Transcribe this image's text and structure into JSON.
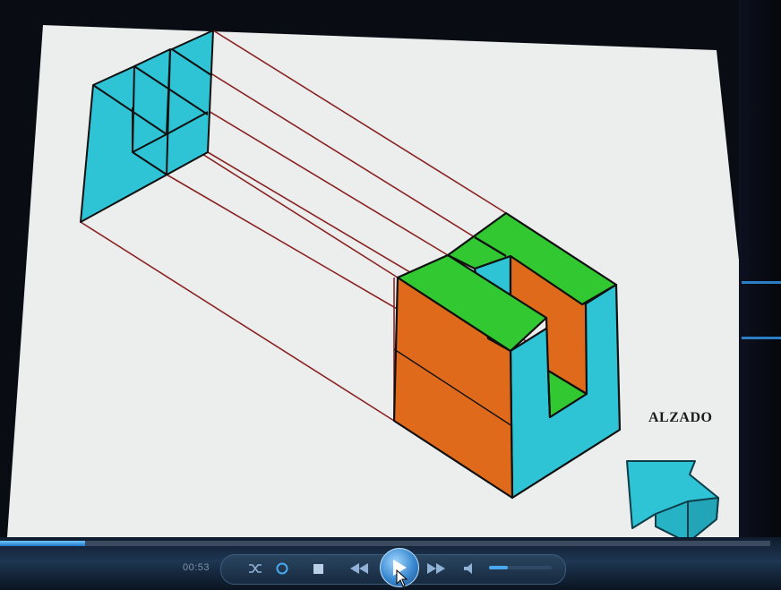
{
  "slide": {
    "label": "ALZADO",
    "colors": {
      "cyan": "#2ec4d6",
      "green": "#32c831",
      "orange": "#e06a1c",
      "projection_line": "#8a1f1f",
      "slide_bg": "#ecefee"
    }
  },
  "player": {
    "time": "00:53",
    "progress": 0.11,
    "controls": [
      "shuffle-icon",
      "repeat-icon",
      "stop-icon",
      "previous-icon",
      "play-icon",
      "next-icon",
      "volume-icon",
      "volume-slider"
    ],
    "volume_level": 0.3
  }
}
